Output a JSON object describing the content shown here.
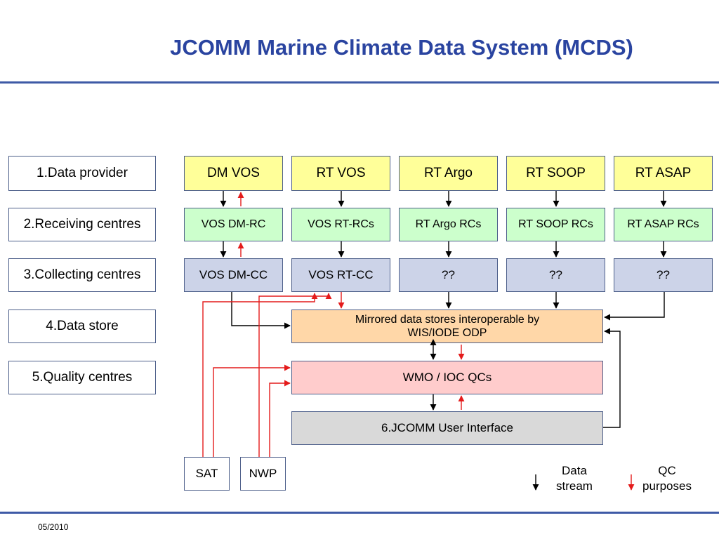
{
  "title": "JCOMM Marine Climate Data System (MCDS)",
  "rows": {
    "data_provider": "1.Data provider",
    "receiving_centres": "2.Receiving centres",
    "collecting_centres": "3.Collecting centres",
    "data_store": "4.Data store",
    "quality_centres": "5.Quality centres"
  },
  "providers": [
    "DM VOS",
    "RT VOS",
    "RT Argo",
    "RT SOOP",
    "RT ASAP"
  ],
  "receivers": [
    "VOS DM-RC",
    "VOS RT-RCs",
    "RT Argo RCs",
    "RT SOOP RCs",
    "RT ASAP RCs"
  ],
  "collectors": [
    "VOS DM-CC",
    "VOS RT-CC",
    "??",
    "??",
    "??"
  ],
  "data_store": {
    "line1": "Mirrored data stores interoperable by",
    "line2": "WIS/IODE ODP"
  },
  "qc": "WMO / IOC QCs",
  "user_interface": "6.JCOMM User Interface",
  "sources": {
    "sat": "SAT",
    "nwp": "NWP"
  },
  "legend": {
    "data_stream_line1": "Data",
    "data_stream_line2": "stream",
    "qc_line1": "QC",
    "qc_line2": "purposes",
    "black_color": "#000000",
    "red_color": "#e41b1b"
  },
  "footer": "05/2010"
}
